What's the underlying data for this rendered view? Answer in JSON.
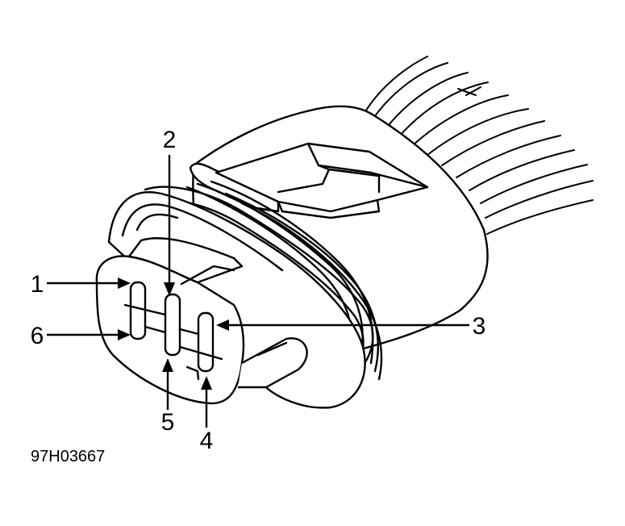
{
  "diagram": {
    "subject": "connector-illustration",
    "pin_labels": [
      "1",
      "2",
      "3",
      "4",
      "5",
      "6"
    ],
    "figure_id": "97H03667",
    "line_color": "#000000",
    "background": "#ffffff"
  }
}
